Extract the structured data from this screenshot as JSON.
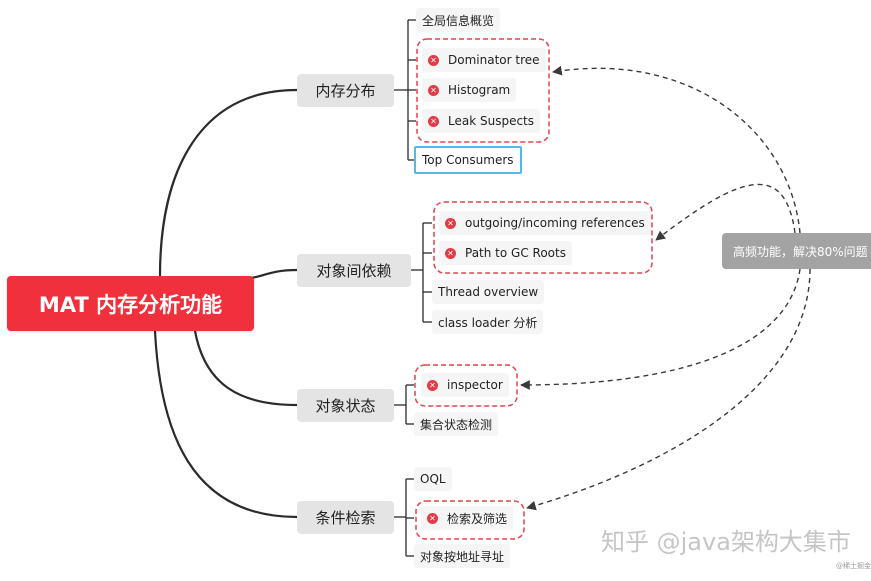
{
  "root": {
    "label": "MAT 内存分析功能"
  },
  "branches": [
    {
      "label": "内存分布",
      "children": [
        {
          "label": "全局信息概览",
          "marked": false
        },
        {
          "label": "Dominator tree",
          "marked": true
        },
        {
          "label": "Histogram",
          "marked": true
        },
        {
          "label": "Leak Suspects",
          "marked": true
        },
        {
          "label": "Top Consumers",
          "marked": false
        }
      ]
    },
    {
      "label": "对象间依赖",
      "children": [
        {
          "label": "outgoing/incoming references",
          "marked": true
        },
        {
          "label": "Path to GC Roots",
          "marked": true
        },
        {
          "label": "Thread overview",
          "marked": false
        },
        {
          "label": "class loader 分析",
          "marked": false
        }
      ]
    },
    {
      "label": "对象状态",
      "children": [
        {
          "label": "inspector",
          "marked": true
        },
        {
          "label": "集合状态检测",
          "marked": false
        }
      ]
    },
    {
      "label": "条件检索",
      "children": [
        {
          "label": "OQL",
          "marked": false
        },
        {
          "label": "检索及筛选",
          "marked": true
        },
        {
          "label": "对象按地址寻址",
          "marked": false
        }
      ]
    }
  ],
  "callout": {
    "label": "高频功能，解决80%问题"
  },
  "watermark": {
    "main": "知乎 @java架构大集市",
    "small": "@稀土掘金"
  },
  "colors": {
    "root_fill": "#f0303c",
    "branch_fill": "#e4e4e4",
    "marker": "#e23b46",
    "dashed_group": "#e0444c",
    "highlight_border": "#57b7e6",
    "callout_fill": "#a3a3a3",
    "connector": "#2b2b2b"
  },
  "icons": {
    "marker": "close-circle-icon"
  }
}
